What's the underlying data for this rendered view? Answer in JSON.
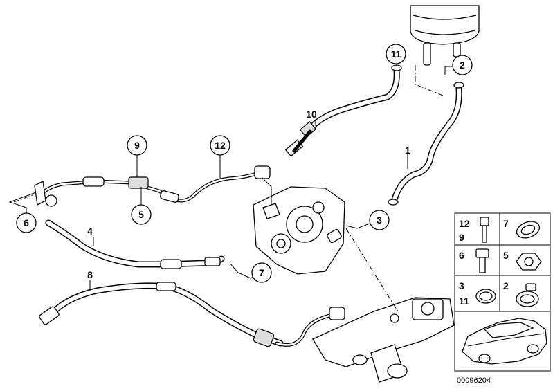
{
  "callouts": {
    "c1": "1",
    "c2": "2",
    "c3": "3",
    "c4": "4",
    "c5": "5",
    "c6": "6",
    "c7": "7",
    "c8": "8",
    "c9": "9",
    "c10": "10",
    "c11": "11",
    "c12": "12"
  },
  "legend": {
    "r1_top": "12",
    "r1_bot": "9",
    "r1_right": "7",
    "r2_left": "6",
    "r2_right": "5",
    "r3_top": "3",
    "r3_bot": "11",
    "r3_right": "2"
  },
  "catalog_number": "00096204"
}
